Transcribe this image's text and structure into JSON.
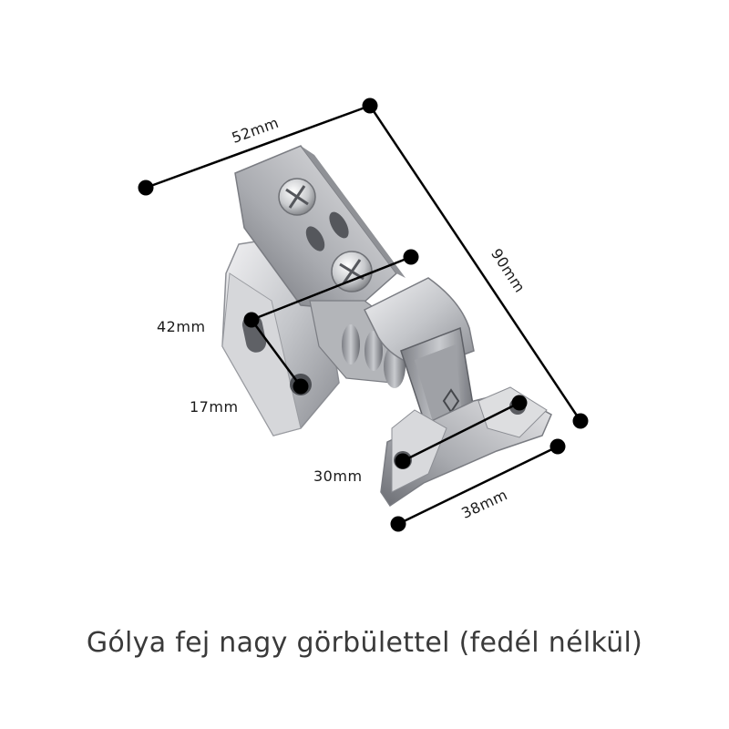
{
  "dimensions": {
    "width_top": "52mm",
    "height_right": "90mm",
    "hole_spacing_a": "42mm",
    "hole_spacing_b": "17mm",
    "base_offset": "30mm",
    "base_width": "38mm"
  },
  "caption": "Gólya fej nagy görbülettel (fedél nélkül)",
  "colors": {
    "metal_light": "#e4e4e6",
    "metal_mid": "#b9bbbf",
    "metal_dark": "#6e7076",
    "dimension_line": "#000000"
  }
}
